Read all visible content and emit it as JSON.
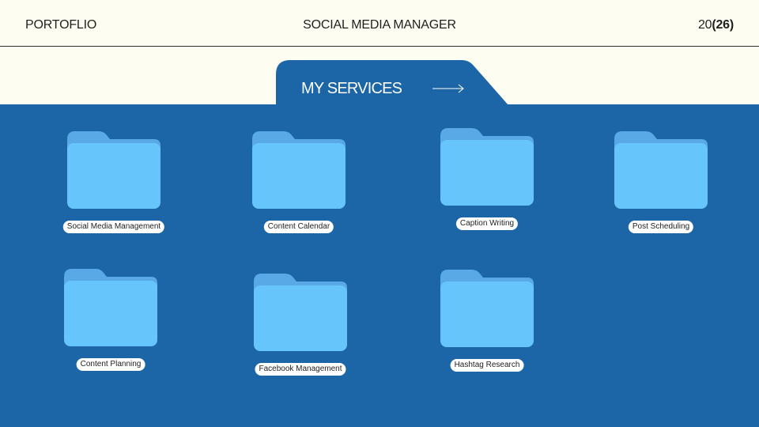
{
  "header": {
    "left": "PORTOFLIO",
    "center": "SOCIAL MEDIA MANAGER",
    "page_current": "20",
    "page_total": "(26)"
  },
  "section": {
    "title": "MY SERVICES",
    "arrow_icon": "long-arrow-right-icon"
  },
  "folders": [
    {
      "label": "Social Media Management"
    },
    {
      "label": "Content Calendar"
    },
    {
      "label": "Caption Writing"
    },
    {
      "label": "Post Scheduling"
    },
    {
      "label": "Content Planning"
    },
    {
      "label": "Facebook Management"
    },
    {
      "label": "Hashtag Research"
    }
  ],
  "colors": {
    "background": "#fdfdf2",
    "panel": "#1c66a7",
    "folder_back": "#59a9e6",
    "folder_front": "#66c5fb"
  }
}
